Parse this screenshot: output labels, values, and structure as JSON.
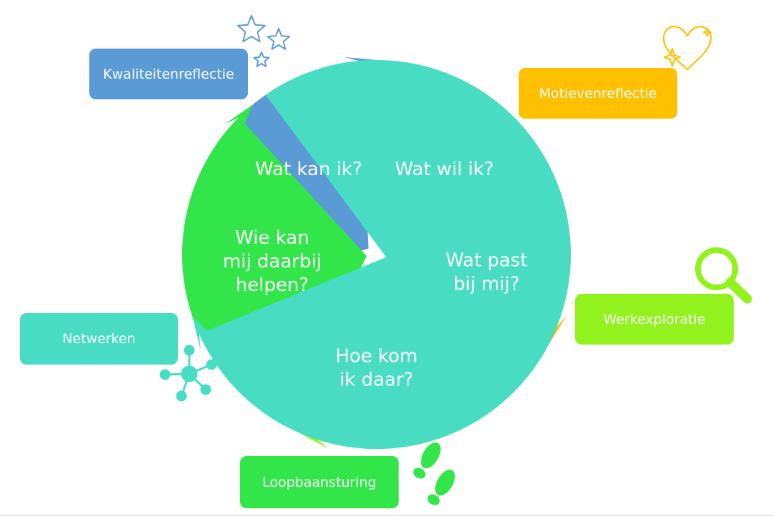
{
  "colors": {
    "blue": "#5B9BD5",
    "orange": "#FFC000",
    "lime": "#92F21D",
    "green": "#32E64A",
    "teal": "#48DDC3"
  },
  "segments": [
    {
      "id": "blue",
      "lines": [
        "Wat kan ik?"
      ]
    },
    {
      "id": "orange",
      "lines": [
        "Wat wil ik?"
      ]
    },
    {
      "id": "lime",
      "lines": [
        "Wat past",
        "bij mij?"
      ]
    },
    {
      "id": "green",
      "lines": [
        "Hoe kom",
        "ik daar?"
      ]
    },
    {
      "id": "teal",
      "lines": [
        "Wie kan",
        "mij daarbij",
        "helpen?"
      ]
    }
  ],
  "labels": {
    "kwaliteitenreflectie": "Kwaliteitenreflectie",
    "motievenreflectie": "Motievenreflectie",
    "werkexploratie": "Werkexploratie",
    "netwerken": "Netwerken",
    "loopbaansturing": "Loopbaansturing"
  },
  "icons": [
    "stars-icon",
    "heart-sparkle-icon",
    "magnifier-icon",
    "network-icon",
    "footprints-icon"
  ]
}
